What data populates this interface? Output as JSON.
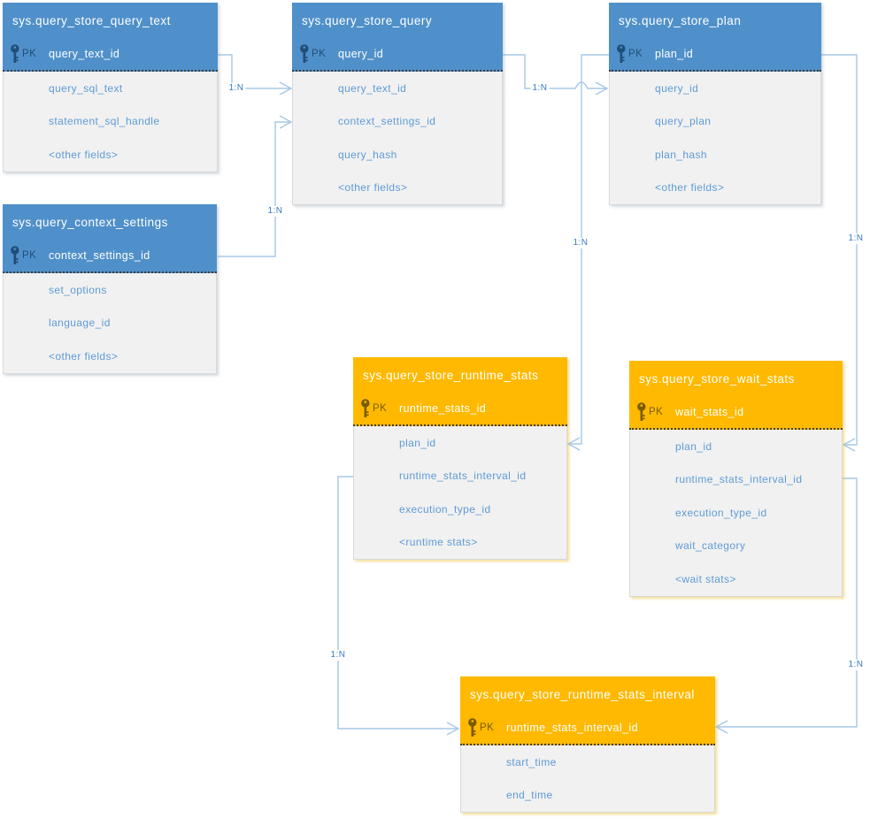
{
  "diagram": {
    "pk_label": "PK",
    "colors": {
      "blue_header": "#5090ca",
      "orange_header": "#ffb900",
      "field_text": "#5d9bd7",
      "pk_icon_blue": "#1f4e79",
      "pk_icon_orange": "#7a5c00",
      "connector_line": "#a6c8e8",
      "body_background": "#f1f1f1"
    }
  },
  "tables": [
    {
      "title": "sys.query_store_query_text",
      "theme": "blue",
      "pk": "query_text_id",
      "fields": [
        "query_sql_text",
        "statement_sql_handle",
        "<other fields>"
      ]
    },
    {
      "title": "sys.query_store_query",
      "theme": "blue",
      "pk": "query_id",
      "fields": [
        "query_text_id",
        "context_settings_id",
        "query_hash",
        "<other fields>"
      ]
    },
    {
      "title": "sys.query_store_plan",
      "theme": "blue",
      "pk": "plan_id",
      "fields": [
        "query_id",
        "query_plan",
        "plan_hash",
        "<other fields>"
      ]
    },
    {
      "title": "sys.query_context_settings",
      "theme": "blue",
      "pk": "context_settings_id",
      "fields": [
        "set_options",
        "language_id",
        "<other fields>"
      ]
    },
    {
      "title": "sys.query_store_runtime_stats",
      "theme": "orange",
      "pk": "runtime_stats_id",
      "fields": [
        "plan_id",
        "runtime_stats_interval_id",
        "execution_type_id",
        "<runtime stats>"
      ]
    },
    {
      "title": "sys.query_store_wait_stats",
      "theme": "orange",
      "pk": "wait_stats_id",
      "fields": [
        "plan_id",
        "runtime_stats_interval_id",
        "execution_type_id",
        "wait_category",
        "<wait stats>"
      ]
    },
    {
      "title": "sys.query_store_runtime_stats_interval",
      "theme": "orange",
      "pk": "runtime_stats_interval_id",
      "fields": [
        "start_time",
        "end_time"
      ]
    }
  ],
  "connections": [
    {
      "label": "1:N",
      "from": "sys.query_store_query_text.query_text_id",
      "to": "sys.query_store_query.query_text_id"
    },
    {
      "label": "1:N",
      "from": "sys.query_context_settings.context_settings_id",
      "to": "sys.query_store_query.context_settings_id"
    },
    {
      "label": "1:N",
      "from": "sys.query_store_query.query_id",
      "to": "sys.query_store_plan.query_id"
    },
    {
      "label": "1:N",
      "from": "sys.query_store_plan.plan_id",
      "to": "sys.query_store_runtime_stats.plan_id"
    },
    {
      "label": "1:N",
      "from": "sys.query_store_plan.plan_id",
      "to": "sys.query_store_wait_stats.plan_id"
    },
    {
      "label": "1:N",
      "from": "sys.query_store_runtime_stats.runtime_stats_interval_id",
      "to": "sys.query_store_runtime_stats_interval.runtime_stats_interval_id"
    },
    {
      "label": "1:N",
      "from": "sys.query_store_wait_stats.runtime_stats_interval_id",
      "to": "sys.query_store_runtime_stats_interval.runtime_stats_interval_id"
    }
  ]
}
